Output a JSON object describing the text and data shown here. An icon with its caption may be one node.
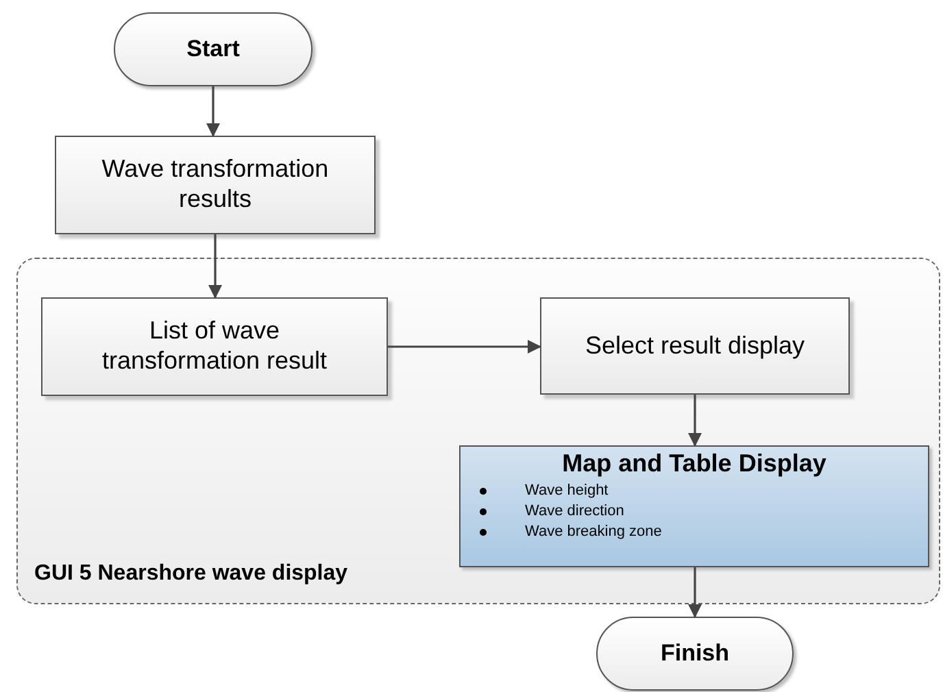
{
  "diagram": {
    "nodes": [
      {
        "text": [
          "Start"
        ]
      },
      {
        "text": [
          "Wave transformation results"
        ]
      },
      {
        "text": [
          "GUI 5 Nearshore wave display"
        ]
      },
      {
        "text": [
          "List of wave transformation result"
        ],
        "in": 2
      },
      {
        "text": [
          "Select result display"
        ],
        "in": 2
      },
      {
        "text": [
          "Map and Table Display",
          "Wave height",
          "Wave direction",
          "Wave breaking zone"
        ],
        "in": 2
      },
      {
        "text": [
          "Finish"
        ]
      }
    ],
    "edges": [
      {
        "from": 0,
        "to": 1,
        "arrow": "to"
      },
      {
        "from": 1,
        "to": 3,
        "arrow": "to"
      },
      {
        "from": 3,
        "to": 4,
        "arrow": "to"
      },
      {
        "from": 4,
        "to": 5,
        "arrow": "to"
      },
      {
        "from": 5,
        "to": 6,
        "arrow": "to"
      }
    ]
  }
}
